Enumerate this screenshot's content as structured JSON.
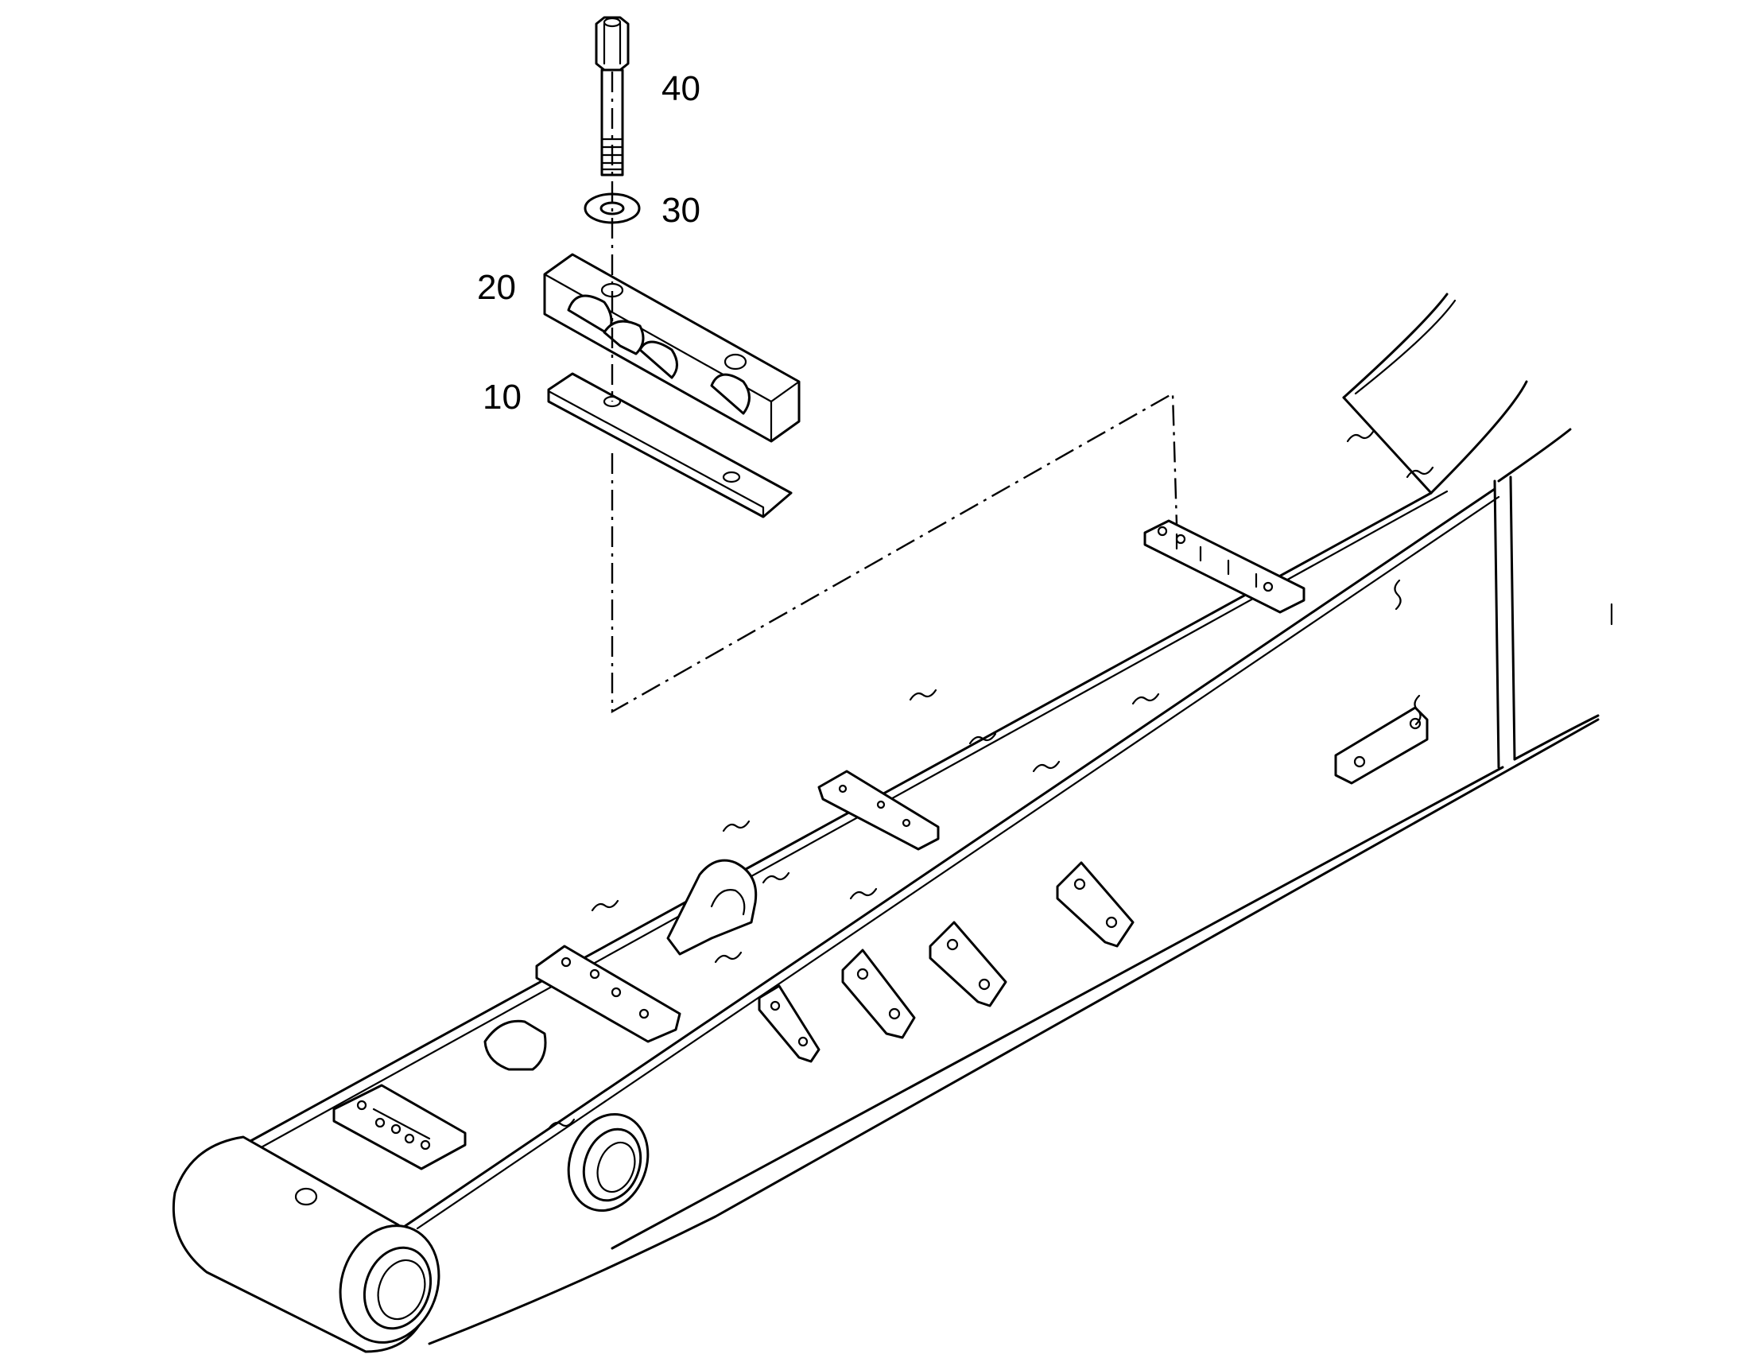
{
  "diagram": {
    "callouts": [
      {
        "id": "item-40",
        "label": "40"
      },
      {
        "id": "item-30",
        "label": "30"
      },
      {
        "id": "item-20",
        "label": "20"
      },
      {
        "id": "item-10",
        "label": "10"
      }
    ],
    "line_color": "#000000",
    "background": "#ffffff"
  }
}
